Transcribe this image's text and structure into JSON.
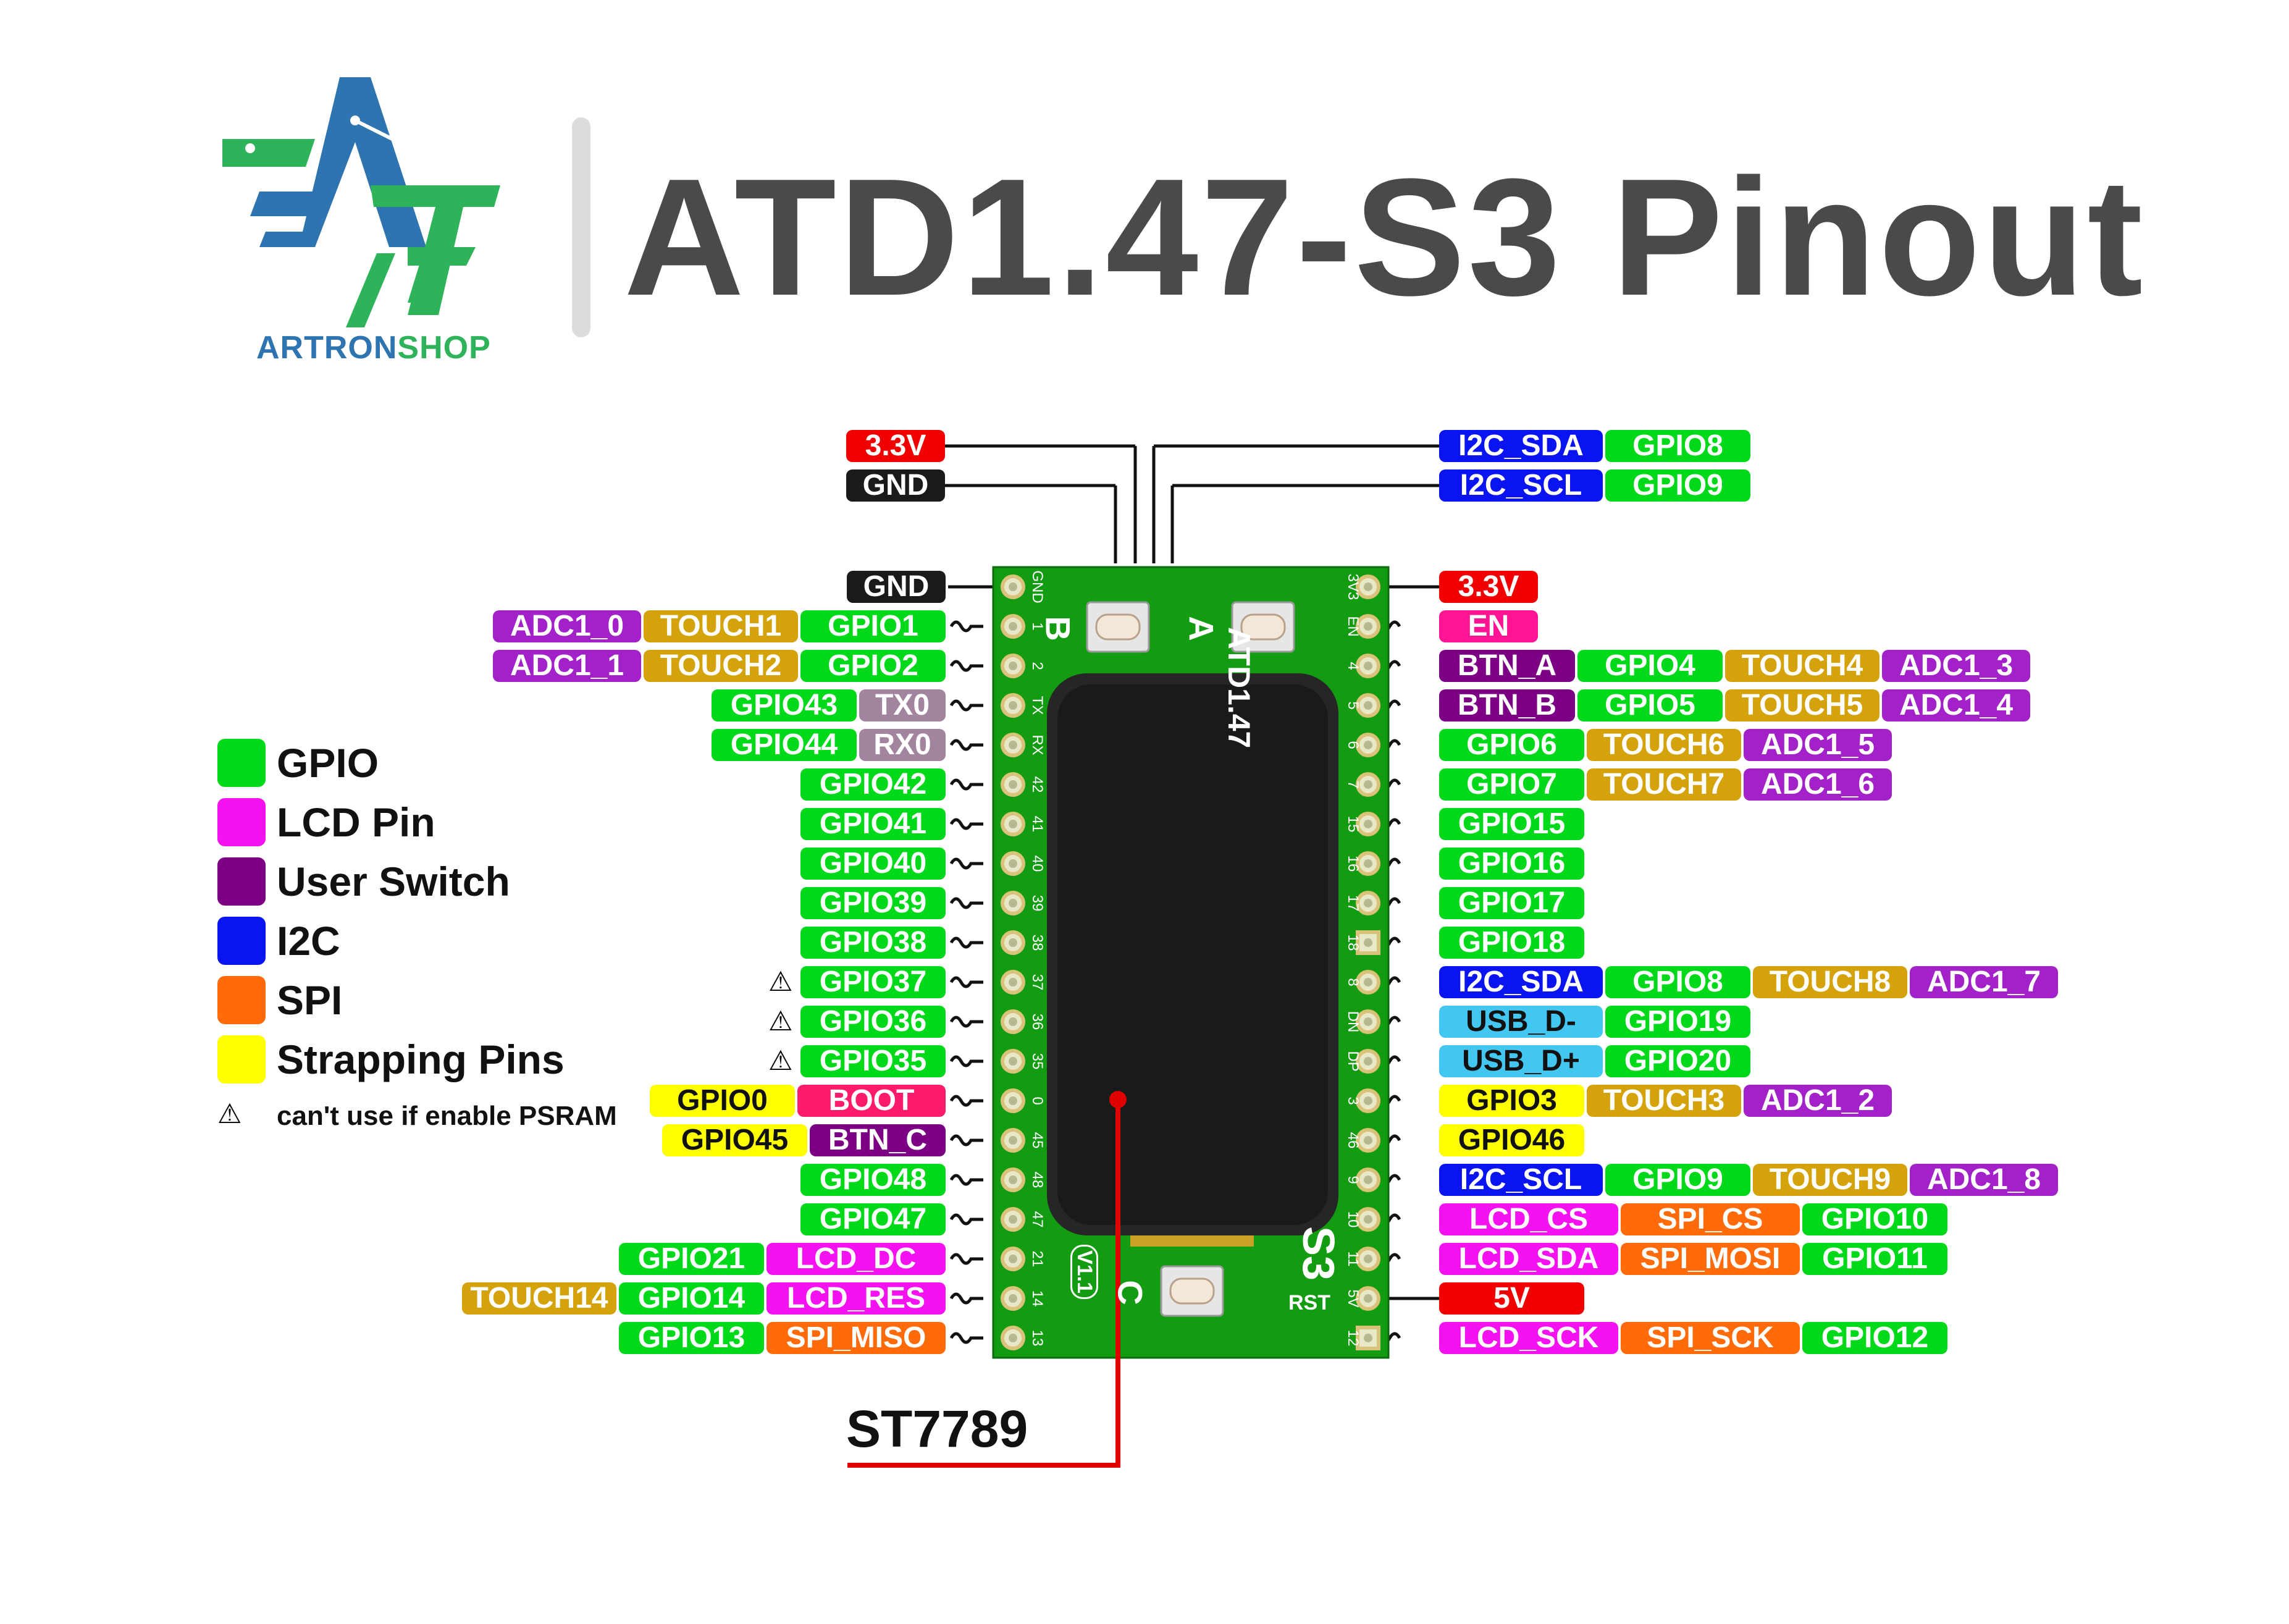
{
  "title": "ATD1.47-S3 Pinout",
  "brand": {
    "part1": "ARTRON",
    "part2": "SHOP"
  },
  "colors": {
    "GPIO": "#00d91a",
    "LCD": "#f512f0",
    "SW": "#7c0083",
    "I2C": "#0a14f0",
    "SPI": "#ff6b0a",
    "STRAP": "#ffff00",
    "TOUCH": "#d4a20a",
    "ADC": "#a321c9",
    "PWR": "#f00000",
    "GND": "#1a1a1a",
    "UART": "#a3849e",
    "USB": "#43c6f0",
    "EN": "#ff1493",
    "BOOT": "#ff1b6b",
    "BOARD": "#139b12",
    "LCDPANEL": "#1e1e1e"
  },
  "legend": [
    {
      "label": "GPIO",
      "color": "#00d91a"
    },
    {
      "label": "LCD Pin",
      "color": "#f512f0"
    },
    {
      "label": "User Switch",
      "color": "#7c0083"
    },
    {
      "label": "I2C",
      "color": "#0a14f0"
    },
    {
      "label": "SPI",
      "color": "#ff6b0a"
    },
    {
      "label": "Strapping Pins",
      "color": "#ffff00"
    }
  ],
  "legend_note": "can't use if enable PSRAM",
  "display_chip": "ST7789",
  "board": {
    "name": "ATD1.47",
    "chip": "S3",
    "version": "V1.1",
    "buttons": [
      "B",
      "A",
      "C"
    ],
    "rst_label": "RST",
    "left_silk": [
      "GND",
      "1",
      "2",
      "TX",
      "RX",
      "42",
      "41",
      "40",
      "39",
      "38",
      "37",
      "36",
      "35",
      "0",
      "45",
      "48",
      "47",
      "21",
      "14",
      "13"
    ],
    "right_silk": [
      "3V3",
      "EN",
      "4",
      "5",
      "6",
      "7",
      "15",
      "16",
      "17",
      "18",
      "8",
      "DN",
      "DP",
      "3",
      "46",
      "9",
      "10",
      "11",
      "5V",
      "12"
    ]
  },
  "top_connector": {
    "left": [
      [
        {
          "t": "3.3V",
          "c": "PWR"
        }
      ],
      [
        {
          "t": "GND",
          "c": "GND"
        }
      ]
    ],
    "right": [
      [
        {
          "t": "I2C_SDA",
          "c": "I2C"
        },
        {
          "t": "GPIO8",
          "c": "GPIO"
        }
      ],
      [
        {
          "t": "I2C_SCL",
          "c": "I2C"
        },
        {
          "t": "GPIO9",
          "c": "GPIO"
        }
      ]
    ]
  },
  "left_pins": [
    [
      {
        "t": "GND",
        "c": "GND"
      }
    ],
    [
      {
        "t": "GPIO1",
        "c": "GPIO"
      },
      {
        "t": "TOUCH1",
        "c": "TOUCH"
      },
      {
        "t": "ADC1_0",
        "c": "ADC"
      }
    ],
    [
      {
        "t": "GPIO2",
        "c": "GPIO"
      },
      {
        "t": "TOUCH2",
        "c": "TOUCH"
      },
      {
        "t": "ADC1_1",
        "c": "ADC"
      }
    ],
    [
      {
        "t": "TX0",
        "c": "UART"
      },
      {
        "t": "GPIO43",
        "c": "GPIO"
      }
    ],
    [
      {
        "t": "RX0",
        "c": "UART"
      },
      {
        "t": "GPIO44",
        "c": "GPIO"
      }
    ],
    [
      {
        "t": "GPIO42",
        "c": "GPIO"
      }
    ],
    [
      {
        "t": "GPIO41",
        "c": "GPIO"
      }
    ],
    [
      {
        "t": "GPIO40",
        "c": "GPIO"
      }
    ],
    [
      {
        "t": "GPIO39",
        "c": "GPIO"
      }
    ],
    [
      {
        "t": "GPIO38",
        "c": "GPIO"
      }
    ],
    [
      {
        "t": "GPIO37",
        "c": "GPIO",
        "warn": true
      }
    ],
    [
      {
        "t": "GPIO36",
        "c": "GPIO",
        "warn": true
      }
    ],
    [
      {
        "t": "GPIO35",
        "c": "GPIO",
        "warn": true
      }
    ],
    [
      {
        "t": "BOOT",
        "c": "BOOT"
      },
      {
        "t": "GPIO0",
        "c": "STRAP"
      }
    ],
    [
      {
        "t": "BTN_C",
        "c": "SW"
      },
      {
        "t": "GPIO45",
        "c": "STRAP"
      }
    ],
    [
      {
        "t": "GPIO48",
        "c": "GPIO"
      }
    ],
    [
      {
        "t": "GPIO47",
        "c": "GPIO"
      }
    ],
    [
      {
        "t": "LCD_DC",
        "c": "LCD"
      },
      {
        "t": "GPIO21",
        "c": "GPIO"
      }
    ],
    [
      {
        "t": "LCD_RES",
        "c": "LCD"
      },
      {
        "t": "GPIO14",
        "c": "GPIO"
      },
      {
        "t": "TOUCH14",
        "c": "TOUCH"
      }
    ],
    [
      {
        "t": "SPI_MISO",
        "c": "SPI"
      },
      {
        "t": "GPIO13",
        "c": "GPIO"
      }
    ]
  ],
  "right_pins": [
    [
      {
        "t": "3.3V",
        "c": "PWR"
      }
    ],
    [
      {
        "t": "EN",
        "c": "EN"
      }
    ],
    [
      {
        "t": "BTN_A",
        "c": "SW"
      },
      {
        "t": "GPIO4",
        "c": "GPIO"
      },
      {
        "t": "TOUCH4",
        "c": "TOUCH"
      },
      {
        "t": "ADC1_3",
        "c": "ADC"
      }
    ],
    [
      {
        "t": "BTN_B",
        "c": "SW"
      },
      {
        "t": "GPIO5",
        "c": "GPIO"
      },
      {
        "t": "TOUCH5",
        "c": "TOUCH"
      },
      {
        "t": "ADC1_4",
        "c": "ADC"
      }
    ],
    [
      {
        "t": "GPIO6",
        "c": "GPIO"
      },
      {
        "t": "TOUCH6",
        "c": "TOUCH"
      },
      {
        "t": "ADC1_5",
        "c": "ADC"
      }
    ],
    [
      {
        "t": "GPIO7",
        "c": "GPIO"
      },
      {
        "t": "TOUCH7",
        "c": "TOUCH"
      },
      {
        "t": "ADC1_6",
        "c": "ADC"
      }
    ],
    [
      {
        "t": "GPIO15",
        "c": "GPIO"
      }
    ],
    [
      {
        "t": "GPIO16",
        "c": "GPIO"
      }
    ],
    [
      {
        "t": "GPIO17",
        "c": "GPIO"
      }
    ],
    [
      {
        "t": "GPIO18",
        "c": "GPIO"
      }
    ],
    [
      {
        "t": "I2C_SDA",
        "c": "I2C"
      },
      {
        "t": "GPIO8",
        "c": "GPIO"
      },
      {
        "t": "TOUCH8",
        "c": "TOUCH"
      },
      {
        "t": "ADC1_7",
        "c": "ADC"
      }
    ],
    [
      {
        "t": "USB_D-",
        "c": "USB"
      },
      {
        "t": "GPIO19",
        "c": "GPIO"
      }
    ],
    [
      {
        "t": "USB_D+",
        "c": "USB"
      },
      {
        "t": "GPIO20",
        "c": "GPIO"
      }
    ],
    [
      {
        "t": "GPIO3",
        "c": "STRAP"
      },
      {
        "t": "TOUCH3",
        "c": "TOUCH"
      },
      {
        "t": "ADC1_2",
        "c": "ADC"
      }
    ],
    [
      {
        "t": "GPIO46",
        "c": "STRAP"
      }
    ],
    [
      {
        "t": "I2C_SCL",
        "c": "I2C"
      },
      {
        "t": "GPIO9",
        "c": "GPIO"
      },
      {
        "t": "TOUCH9",
        "c": "TOUCH"
      },
      {
        "t": "ADC1_8",
        "c": "ADC"
      }
    ],
    [
      {
        "t": "LCD_CS",
        "c": "LCD"
      },
      {
        "t": "SPI_CS",
        "c": "SPI"
      },
      {
        "t": "GPIO10",
        "c": "GPIO"
      }
    ],
    [
      {
        "t": "LCD_SDA",
        "c": "LCD"
      },
      {
        "t": "SPI_MOSI",
        "c": "SPI"
      },
      {
        "t": "GPIO11",
        "c": "GPIO"
      }
    ],
    [
      {
        "t": "5V",
        "c": "PWR"
      }
    ],
    [
      {
        "t": "LCD_SCK",
        "c": "LCD"
      },
      {
        "t": "SPI_SCK",
        "c": "SPI"
      },
      {
        "t": "GPIO12",
        "c": "GPIO"
      }
    ]
  ]
}
